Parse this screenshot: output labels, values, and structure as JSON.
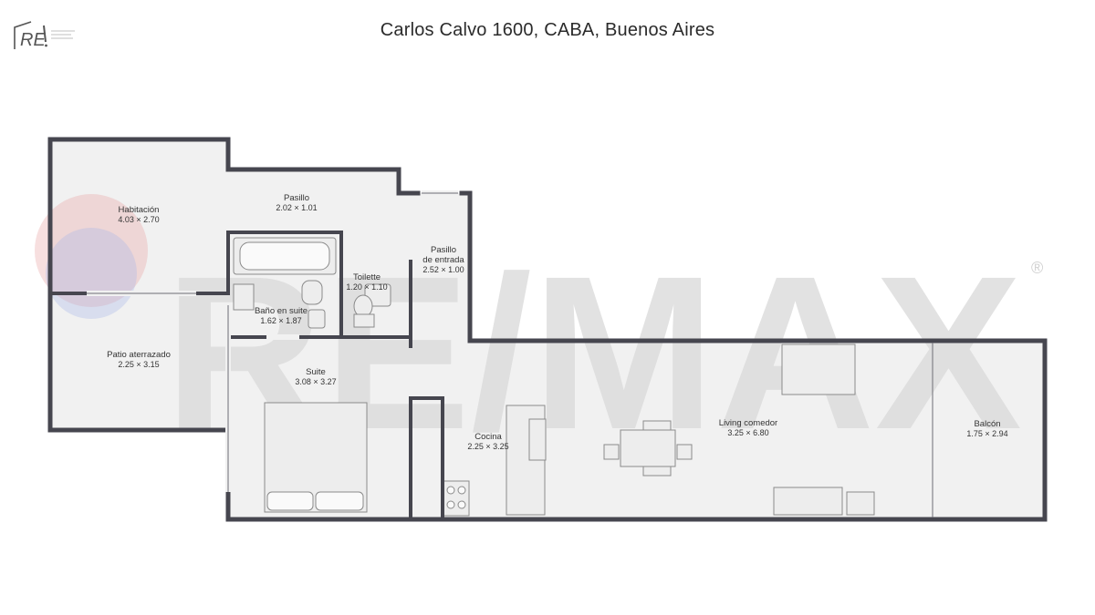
{
  "header": {
    "title": "Carlos Calvo 1600, CABA, Buenos Aires",
    "logo_text": "RE"
  },
  "watermark": {
    "text": "RE/MAX",
    "registered": "®"
  },
  "rooms": {
    "habitacion": {
      "name": "Habitación",
      "dims": "4.03 × 2.70"
    },
    "pasillo": {
      "name": "Pasillo",
      "dims": "2.02 × 1.01"
    },
    "pasillo_entrada": {
      "name_line1": "Pasillo",
      "name_line2": "de entrada",
      "dims": "2.52 × 1.00"
    },
    "toilette": {
      "name": "Toilette",
      "dims": "1.20 × 1.10"
    },
    "bano_suite": {
      "name": "Baño en suite",
      "dims": "1.62 × 1.87"
    },
    "patio": {
      "name": "Patio aterrazado",
      "dims": "2.25 × 3.15"
    },
    "suite": {
      "name": "Suite",
      "dims": "3.08 × 3.27"
    },
    "cocina": {
      "name": "Cocina",
      "dims": "2.25 × 3.25"
    },
    "living": {
      "name": "Living comedor",
      "dims": "3.25 × 6.80"
    },
    "balcon": {
      "name": "Balcón",
      "dims": "1.75 × 2.94"
    }
  }
}
